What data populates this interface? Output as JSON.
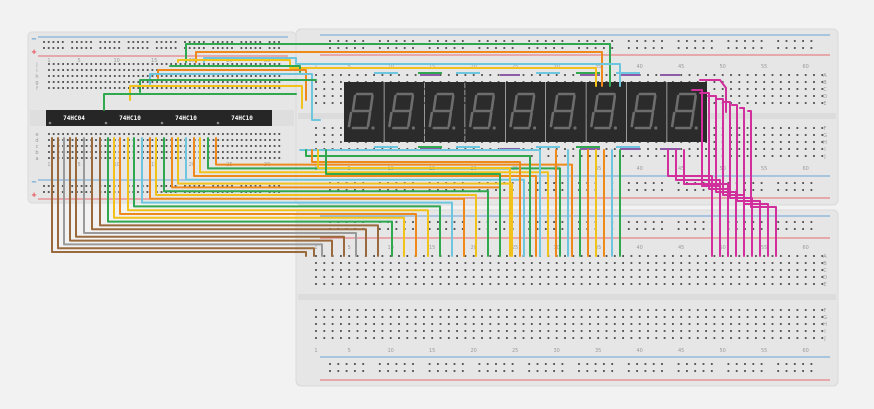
{
  "colors": {
    "background": "#f2f2f2",
    "breadboard": "#e6e6e6",
    "breadboard_edge": "#d9d9d9",
    "hole": "#4a4a4a",
    "rail_red": "#e8424a",
    "rail_blue": "#3e8ed0",
    "chip_body": "#262626",
    "display_body": "#2b2b2b",
    "segment_off": "#6d6d6d",
    "wire_green": "#2fa84f",
    "wire_orange": "#ee8a1c",
    "wire_yellow": "#f2c21b",
    "wire_lightblue": "#6ec6de",
    "wire_magenta": "#d12f9c",
    "wire_brown": "#9a6a3c",
    "wire_gray": "#9a9a9a"
  },
  "chips": [
    {
      "label": "74HC04"
    },
    {
      "label": "74HC10"
    },
    {
      "label": "74HC10"
    },
    {
      "label": "74HC10"
    }
  ],
  "rail_signs": {
    "plus": "+",
    "minus": "−"
  },
  "small_board": {
    "column_numbers": [
      "1",
      "5",
      "10",
      "15",
      "20",
      "25",
      "30"
    ],
    "row_letters_top": [
      "j",
      "i",
      "h",
      "g",
      "f"
    ],
    "row_letters_bottom": [
      "e",
      "d",
      "c",
      "b",
      "a"
    ]
  },
  "large_board": {
    "column_numbers": [
      "1",
      "5",
      "10",
      "15",
      "20",
      "25",
      "30",
      "35",
      "40",
      "45",
      "50",
      "55",
      "60"
    ],
    "row_letters_top": [
      "A",
      "B",
      "C",
      "D",
      "E"
    ],
    "row_letters_bottom": [
      "F",
      "G",
      "H",
      "I",
      "J"
    ]
  },
  "display": {
    "digit_count": 9,
    "icon": "seven-segment-digit-icon"
  }
}
